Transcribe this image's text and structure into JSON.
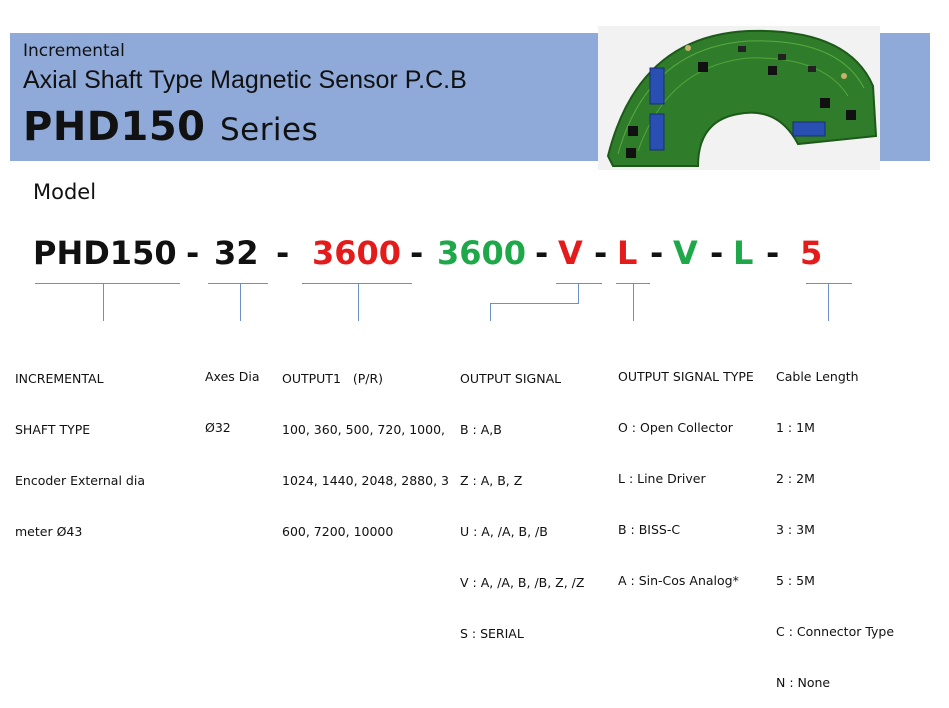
{
  "header": {
    "subtitle": "Incremental",
    "title": "Axial Shaft Type Magnetic Sensor P.C.B",
    "model_name": "PHD150",
    "series_word": "Series"
  },
  "model_label": "Model",
  "code_segments": [
    {
      "text": "PHD150",
      "color": "#111111"
    },
    {
      "text": "-",
      "color": "#111111"
    },
    {
      "text": "32",
      "color": "#111111"
    },
    {
      "text": "-",
      "color": "#111111"
    },
    {
      "text": "3600",
      "color": "#e41b1b"
    },
    {
      "text": "-",
      "color": "#111111"
    },
    {
      "text": "3600",
      "color": "#1fa84a"
    },
    {
      "text": "-",
      "color": "#111111"
    },
    {
      "text": "V",
      "color": "#e41b1b"
    },
    {
      "text": "-",
      "color": "#111111"
    },
    {
      "text": "L",
      "color": "#e41b1b"
    },
    {
      "text": "-",
      "color": "#111111"
    },
    {
      "text": "V",
      "color": "#1fa84a"
    },
    {
      "text": "-",
      "color": "#111111"
    },
    {
      "text": "L",
      "color": "#1fa84a"
    },
    {
      "text": "-",
      "color": "#111111"
    },
    {
      "text": "5",
      "color": "#e41b1b"
    }
  ],
  "descriptions": {
    "type": {
      "lines": [
        "INCREMENTAL",
        "SHAFT TYPE",
        "Encoder External dia",
        "meter Ø43"
      ]
    },
    "axes": {
      "lines": [
        "Axes Dia",
        "Ø32"
      ]
    },
    "output1": {
      "lines": [
        "OUTPUT1   (P/R)",
        "100, 360, 500, 720, 1000,",
        "1024, 1440, 2048, 2880, 3",
        "600, 7200, 10000"
      ]
    },
    "signal": {
      "lines": [
        "OUTPUT SIGNAL",
        "B : A,B",
        "Z : A, B, Z",
        "U : A, /A, B, /B",
        "V : A, /A, B, /B, Z, /Z",
        "S : SERIAL"
      ]
    },
    "signal_type": {
      "lines": [
        "OUTPUT SIGNAL TYPE",
        "O : Open Collector",
        "L : Line Driver",
        "B : BISS-C",
        "A : Sin-Cos Analog*"
      ]
    },
    "cable": {
      "lines": [
        "Cable Length",
        "1 : 1M",
        "2 : 2M",
        "3 : 3M",
        "5 : 5M",
        "C : Connector Type",
        "N : None"
      ]
    }
  },
  "colors": {
    "banner": "#8fa9d8",
    "line": "#6d8fc8",
    "red": "#e41b1b",
    "green": "#1fa84a"
  }
}
